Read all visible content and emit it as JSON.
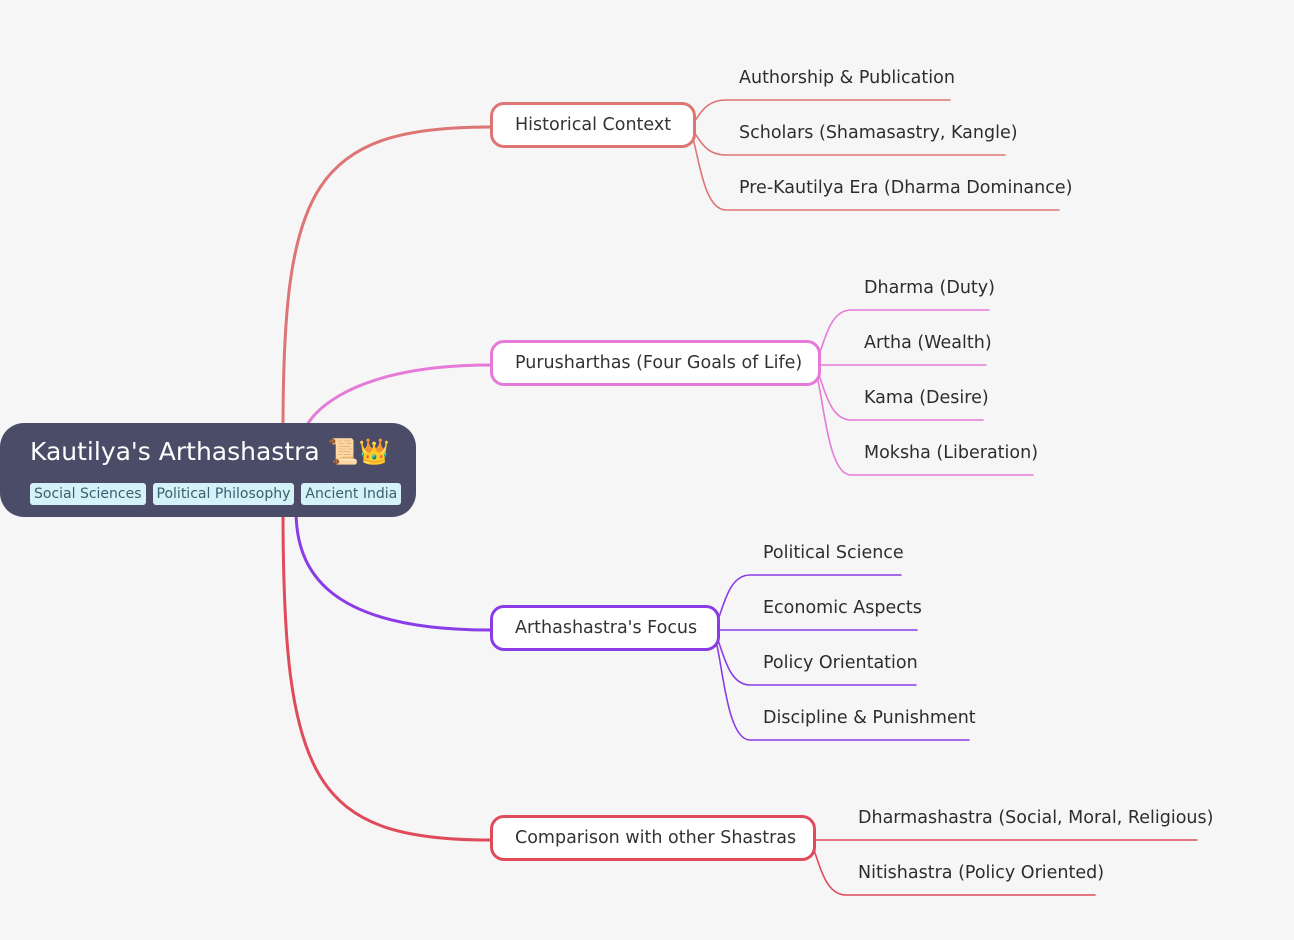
{
  "root": {
    "title": "Kautilya's Arthashastra 📜👑",
    "tags": [
      "Social Sciences",
      "Political Philosophy",
      "Ancient India"
    ]
  },
  "branches": [
    {
      "label": "Historical Context",
      "color": "#de7575",
      "children": [
        "Authorship & Publication",
        "Scholars (Shamasastry, Kangle)",
        "Pre-Kautilya Era (Dharma Dominance)"
      ]
    },
    {
      "label": "Purusharthas (Four Goals of Life)",
      "color": "#e57ad8",
      "children": [
        "Dharma (Duty)",
        "Artha (Wealth)",
        "Kama (Desire)",
        "Moksha (Liberation)"
      ]
    },
    {
      "label": "Arthashastra's Focus",
      "color": "#8a3ce6",
      "children": [
        "Political Science",
        "Economic Aspects",
        "Policy Orientation",
        "Discipline & Punishment"
      ]
    },
    {
      "label": "Comparison with other Shastras",
      "color": "#e04b5c",
      "children": [
        "Dharmashastra (Social, Moral, Religious)",
        "Nitishastra (Policy Oriented)"
      ]
    }
  ]
}
